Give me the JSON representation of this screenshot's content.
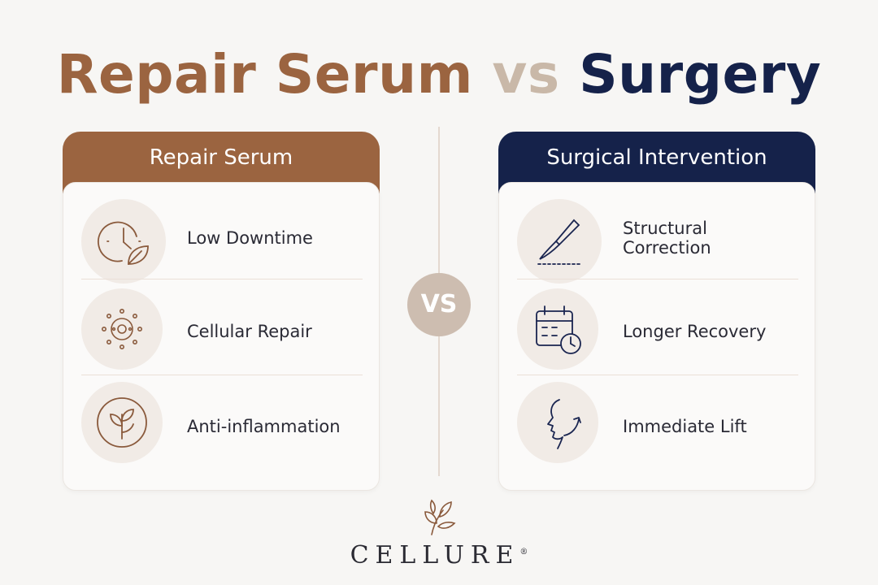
{
  "title": {
    "part1": "Repair Serum",
    "part2": "vs",
    "part3": "Surgery"
  },
  "left_panel": {
    "header": "Repair Serum",
    "items": [
      {
        "label": "Low Downtime",
        "icon": "clock-leaf-icon"
      },
      {
        "label": "Cellular Repair",
        "icon": "cell-icon"
      },
      {
        "label": "Anti-inflammation",
        "icon": "leaf-circle-icon"
      }
    ]
  },
  "right_panel": {
    "header": "Surgical Intervention",
    "items": [
      {
        "label": "Structural Correction",
        "icon": "scalpel-icon"
      },
      {
        "label": "Longer Recovery",
        "icon": "calendar-clock-icon"
      },
      {
        "label": "Immediate Lift",
        "icon": "face-lift-icon"
      }
    ]
  },
  "vs_badge": "VS",
  "brand": {
    "name": "CELLURE",
    "mark": "®"
  },
  "colors": {
    "brown": "#9b6440",
    "navy": "#15224a",
    "beige": "#c9b8a8"
  }
}
